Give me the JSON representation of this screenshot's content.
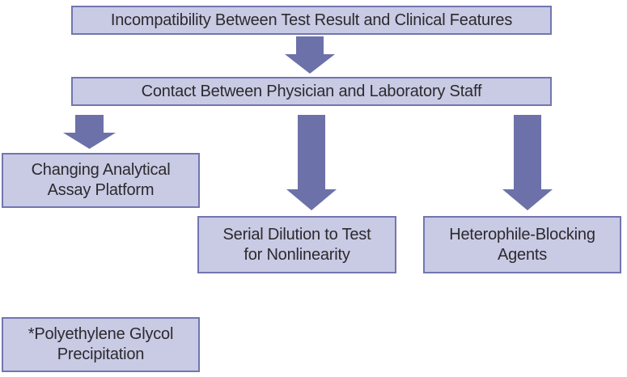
{
  "diagram": {
    "type": "flowchart",
    "nodes": [
      {
        "id": "incompatibility",
        "lines": [
          "Incompatibility Between Test Result and Clinical Features"
        ]
      },
      {
        "id": "contact",
        "lines": [
          "Contact Between Physician and Laboratory Staff"
        ]
      },
      {
        "id": "platform",
        "lines": [
          "Changing Analytical",
          "Assay Platform"
        ]
      },
      {
        "id": "dilution",
        "lines": [
          "Serial Dilution to Test",
          "for Nonlinearity"
        ]
      },
      {
        "id": "blocking",
        "lines": [
          "Heterophile-Blocking",
          "Agents"
        ]
      },
      {
        "id": "peg",
        "lines": [
          "*Polyethylene Glycol",
          "Precipitation"
        ]
      }
    ],
    "arrows": [
      {
        "id": "top",
        "from": "incompatibility",
        "to": "contact"
      },
      {
        "id": "left",
        "from": "contact",
        "to": "platform"
      },
      {
        "id": "middle",
        "from": "contact",
        "to": "dilution"
      },
      {
        "id": "right",
        "from": "contact",
        "to": "blocking"
      }
    ]
  },
  "colors": {
    "background": "#ffffff",
    "box_fill": "#c9cae4",
    "box_border": "#7276b0",
    "arrow": "#6d71a9",
    "text": "#2b2a2e"
  }
}
